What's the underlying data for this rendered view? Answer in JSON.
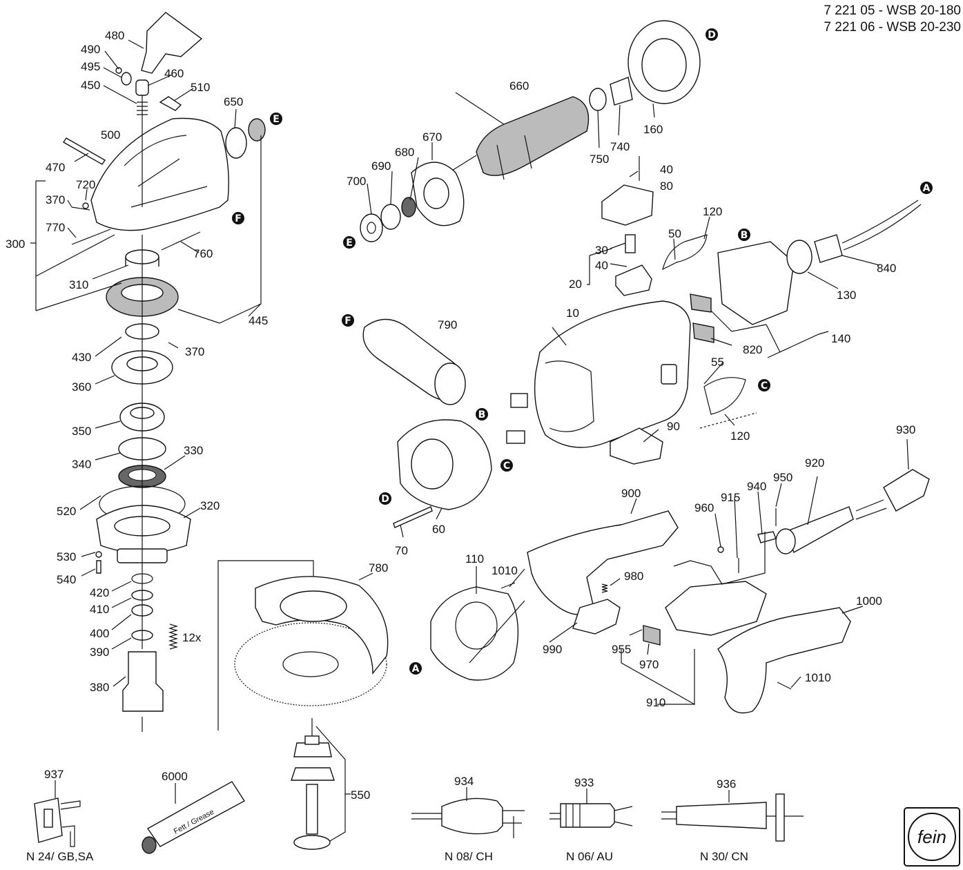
{
  "header": {
    "line1": "7 221 05 - WSB 20-180",
    "line2": "7 221 06 - WSB 20-230"
  },
  "logo": {
    "text": "fein"
  },
  "pins": {
    "a": "A",
    "b": "B",
    "c": "C",
    "d": "D",
    "e": "E",
    "f": "F"
  },
  "parts": {
    "p480": "480",
    "p490": "490",
    "p495": "495",
    "p450": "450",
    "p460": "460",
    "p510": "510",
    "p650": "650",
    "p500": "500",
    "p470": "470",
    "p370a": "370",
    "p720": "720",
    "p770": "770",
    "p300": "300",
    "p760": "760",
    "p310": "310",
    "p445": "445",
    "p430": "430",
    "p370b": "370",
    "p360": "360",
    "p350": "350",
    "p340": "340",
    "p330": "330",
    "p520": "520",
    "p320": "320",
    "p530": "530",
    "p540": "540",
    "p420": "420",
    "p410": "410",
    "p400": "400",
    "p12x": "12x",
    "p390": "390",
    "p380": "380",
    "p780": "780",
    "p550": "550",
    "p660": "660",
    "p670": "670",
    "p680": "680",
    "p690": "690",
    "p700": "700",
    "p750": "750",
    "p740": "740",
    "p160": "160",
    "p40a": "40",
    "p80": "80",
    "p120a": "120",
    "p50": "50",
    "p30": "30",
    "p40b": "40",
    "p20": "20",
    "p840": "840",
    "p130": "130",
    "p140": "140",
    "p790": "790",
    "p10": "10",
    "p820": "820",
    "p55": "55",
    "p120b": "120",
    "p90": "90",
    "p60": "60",
    "p70": "70",
    "p930": "930",
    "p920": "920",
    "p950": "950",
    "p940": "940",
    "p915": "915",
    "p960": "960",
    "p900": "900",
    "p110": "110",
    "p1010a": "1010",
    "p980": "980",
    "p990": "990",
    "p955": "955",
    "p970": "970",
    "p910": "910",
    "p1000": "1000",
    "p1010b": "1010",
    "p937": "937",
    "p6000": "6000",
    "p934": "934",
    "p933": "933",
    "p936": "936"
  },
  "plugs": {
    "gb": "N 24/ GB,SA",
    "ch": "N 08/ CH",
    "au": "N 06/ AU",
    "cn": "N 30/ CN"
  },
  "tube_text": "Fett / Grease"
}
